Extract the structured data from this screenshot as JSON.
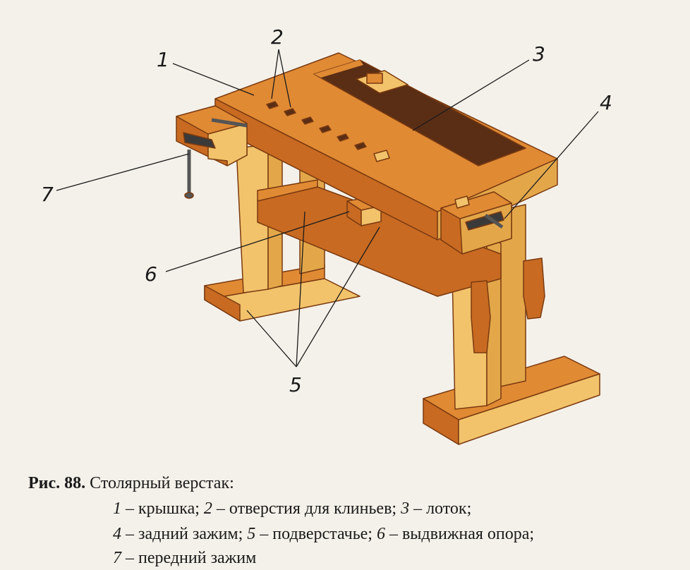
{
  "figure": {
    "labels": [
      {
        "id": "1",
        "text": "1"
      },
      {
        "id": "2",
        "text": "2"
      },
      {
        "id": "3",
        "text": "3"
      },
      {
        "id": "4",
        "text": "4"
      },
      {
        "id": "5",
        "text": "5"
      },
      {
        "id": "6",
        "text": "6"
      },
      {
        "id": "7",
        "text": "7"
      }
    ]
  },
  "caption": {
    "title": "Рис. 88.",
    "heading": " Столярный верстак:",
    "items": [
      {
        "num": "1",
        "text": " – крышка; "
      },
      {
        "num": "2",
        "text": " – отверстия для клиньев; "
      },
      {
        "num": "3",
        "text": " – лоток;"
      },
      {
        "num": "4",
        "text": " – задний зажим; "
      },
      {
        "num": "5",
        "text": " – подверстачье; "
      },
      {
        "num": "6",
        "text": " – выдвижная опора;"
      },
      {
        "num": "7",
        "text": " – передний зажим"
      }
    ]
  },
  "colors": {
    "top": "#e08a34",
    "front": "#c86a22",
    "leg": "#f2c36b",
    "leg_shade": "#e3a74a",
    "tray": "#5a2e15",
    "outline": "#7a3a10"
  }
}
